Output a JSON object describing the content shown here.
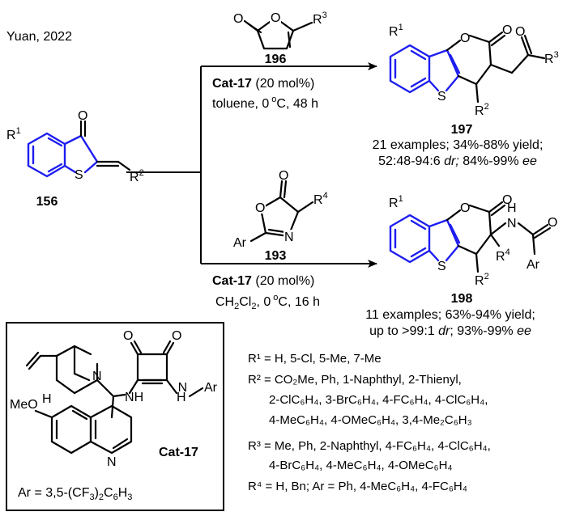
{
  "author_year": "Yuan, 2022",
  "substrate": {
    "id": "156",
    "r1": "R",
    "r1_sup": "1",
    "o": "O",
    "s": "S",
    "r2": "R",
    "r2_sup": "2"
  },
  "upper": {
    "reagent_id": "196",
    "reagent_o_ring": "O",
    "reagent_o_carbonyl": "O",
    "reagent_r": "R",
    "reagent_r_sup": "3",
    "cat_name": "Cat-17",
    "cat_loading": "(20 mol%)",
    "cond_solvent": "toluene, 0",
    "cond_o": "o",
    "cond_rest": "C, 48 h",
    "product_id": "197",
    "result_line1": "21 examples; 34%-88% yield;",
    "result_line2_a": "52:48-94:6 ",
    "result_line2_dr": "dr;",
    "result_line2_b": " 84%-99% ",
    "result_line2_ee": "ee",
    "prod_r1": "R",
    "prod_r1_sup": "1",
    "prod_o1": "O",
    "prod_o2": "O",
    "prod_o3": "O",
    "prod_s": "S",
    "prod_r2": "R",
    "prod_r2_sup": "2",
    "prod_r3": "R",
    "prod_r3_sup": "3"
  },
  "lower": {
    "reagent_id": "193",
    "reagent_o_ring": "O",
    "reagent_o_carbonyl": "O",
    "reagent_n": "N",
    "reagent_ar": "Ar",
    "reagent_r": "R",
    "reagent_r_sup": "4",
    "cat_name": "Cat-17",
    "cat_loading": "(20 mol%)",
    "cond_solvent_a": "CH",
    "cond_solvent_sub1": "2",
    "cond_solvent_b": "Cl",
    "cond_solvent_sub2": "2",
    "cond_temp": ", 0",
    "cond_o": "o",
    "cond_rest": "C, 16 h",
    "product_id": "198",
    "result_line1": "11 examples; 63%-94% yield;",
    "result_line2_a": "up to >99:1 ",
    "result_line2_dr": "dr",
    "result_line2_b": "; 93%-99% ",
    "result_line2_ee": "ee",
    "prod_r1": "R",
    "prod_r1_sup": "1",
    "prod_o1": "O",
    "prod_o2": "O",
    "prod_o3": "O",
    "prod_s": "S",
    "prod_n": "N",
    "prod_h": "H",
    "prod_r2": "R",
    "prod_r2_sup": "2",
    "prod_r4": "R",
    "prod_r4_sup": "4",
    "prod_ar": "Ar"
  },
  "catalyst": {
    "name": "Cat-17",
    "n_quin": "N",
    "n_ring": "N",
    "h": "H",
    "nh1": "N",
    "nh1_h": "H",
    "nh2": "N",
    "nh2_h": "H",
    "nh_ar": "Ar",
    "o1": "O",
    "o2": "O",
    "meo": "MeO",
    "ar_def": "Ar = 3,5-(CF",
    "ar_def_sub1": "3",
    "ar_def_b": ")",
    "ar_def_sub2": "2",
    "ar_def_c": "C",
    "ar_def_sub3": "6",
    "ar_def_d": "H",
    "ar_def_sub4": "3"
  },
  "substituents": {
    "r1_line": "R¹ = H, 5-Cl, 5-Me, 7-Me",
    "r2_line1": "R² = CO₂Me, Ph, 1-Naphthyl, 2-Thienyl,",
    "r2_line2": "2-ClC₆H₄, 3-BrC₆H₄, 4-FC₆H₄, 4-ClC₆H₄,",
    "r2_line3": "4-MeC₆H₄, 4-OMeC₆H₄, 3,4-Me₂C₆H₃",
    "r3_line1": "R³ = Me, Ph, 2-Naphthyl, 4-FC₆H₄, 4-ClC₆H₄,",
    "r3_line2": "4-BrC₆H₄, 4-MeC₆H₄, 4-OMeC₆H₄",
    "r4_line": "R⁴ = H, Bn; Ar = Ph,  4-MeC₆H₄, 4-FC₆H₄"
  },
  "colors": {
    "blue": "#1d1df0",
    "black": "#000000",
    "box_border": "#000000"
  }
}
